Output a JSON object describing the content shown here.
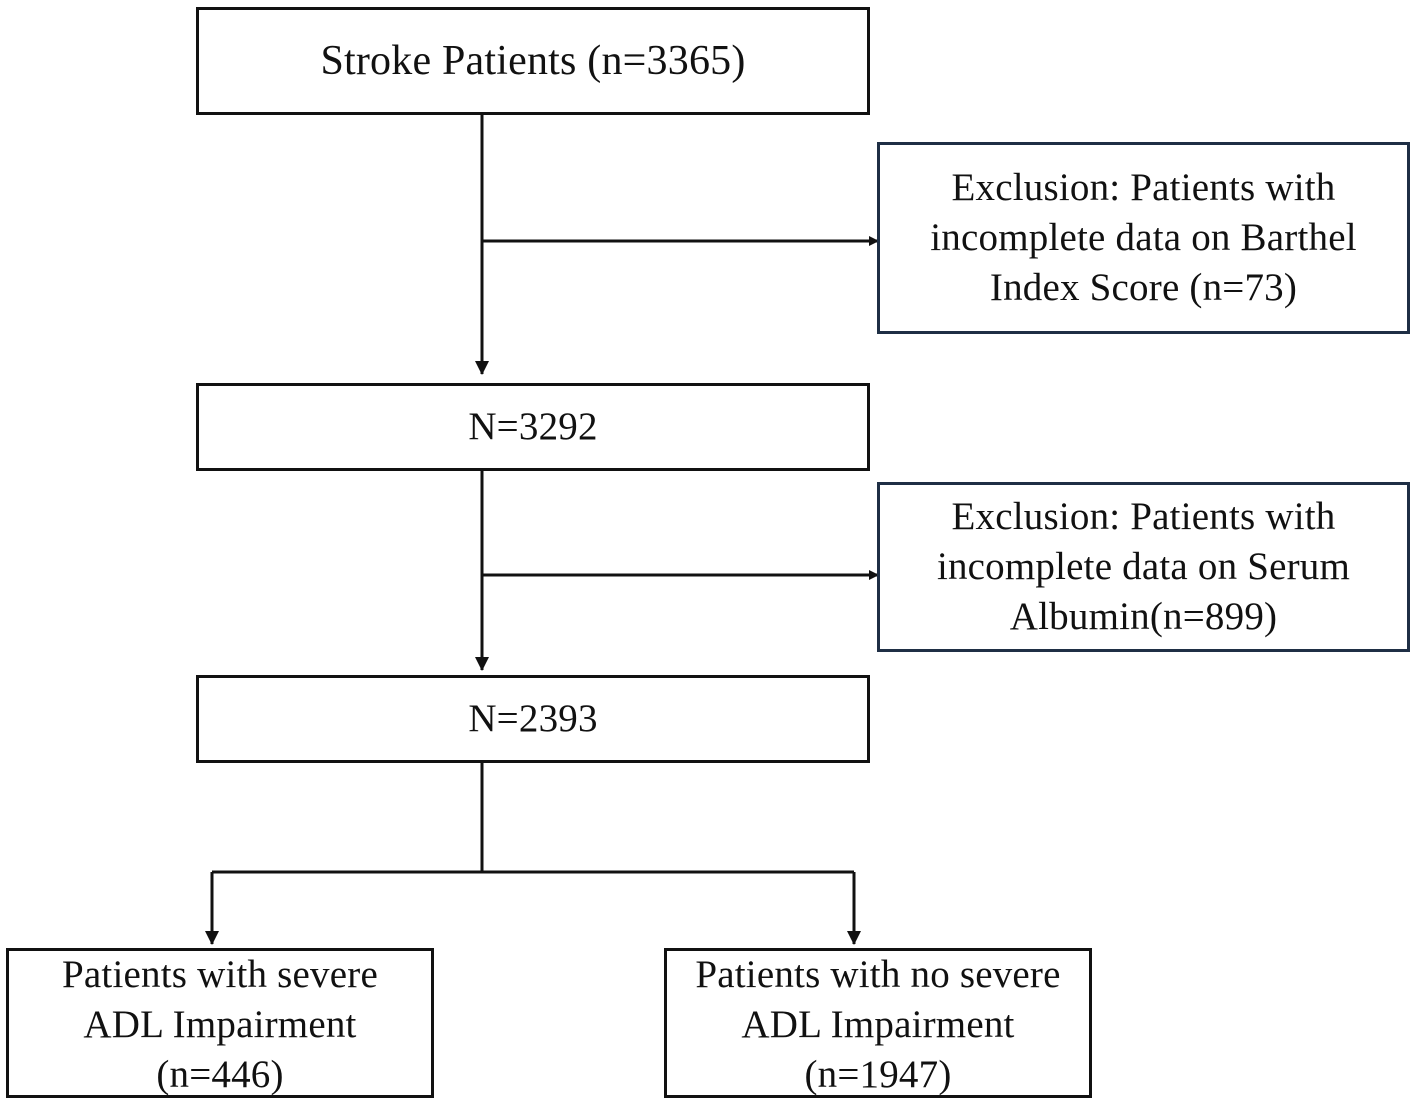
{
  "flowchart": {
    "start": {
      "text": "Stroke Patients (n=3365)"
    },
    "exclusion_1": {
      "text": "Exclusion: Patients with\nincomplete data on Barthel\nIndex Score (n=73)"
    },
    "step_1": {
      "text": "N=3292"
    },
    "exclusion_2": {
      "text": "Exclusion: Patients with\nincomplete data on Serum\nAlbumin(n=899)"
    },
    "step_2": {
      "text": "N=2393"
    },
    "outcome_severe": {
      "text": "Patients with severe\nADL Impairment\n(n=446)"
    },
    "outcome_no_severe": {
      "text": "Patients with no severe\nADL Impairment\n(n=1947)"
    }
  },
  "colors": {
    "line": "#111111",
    "exclusion_border": "#1f2f45",
    "background": "#ffffff"
  }
}
